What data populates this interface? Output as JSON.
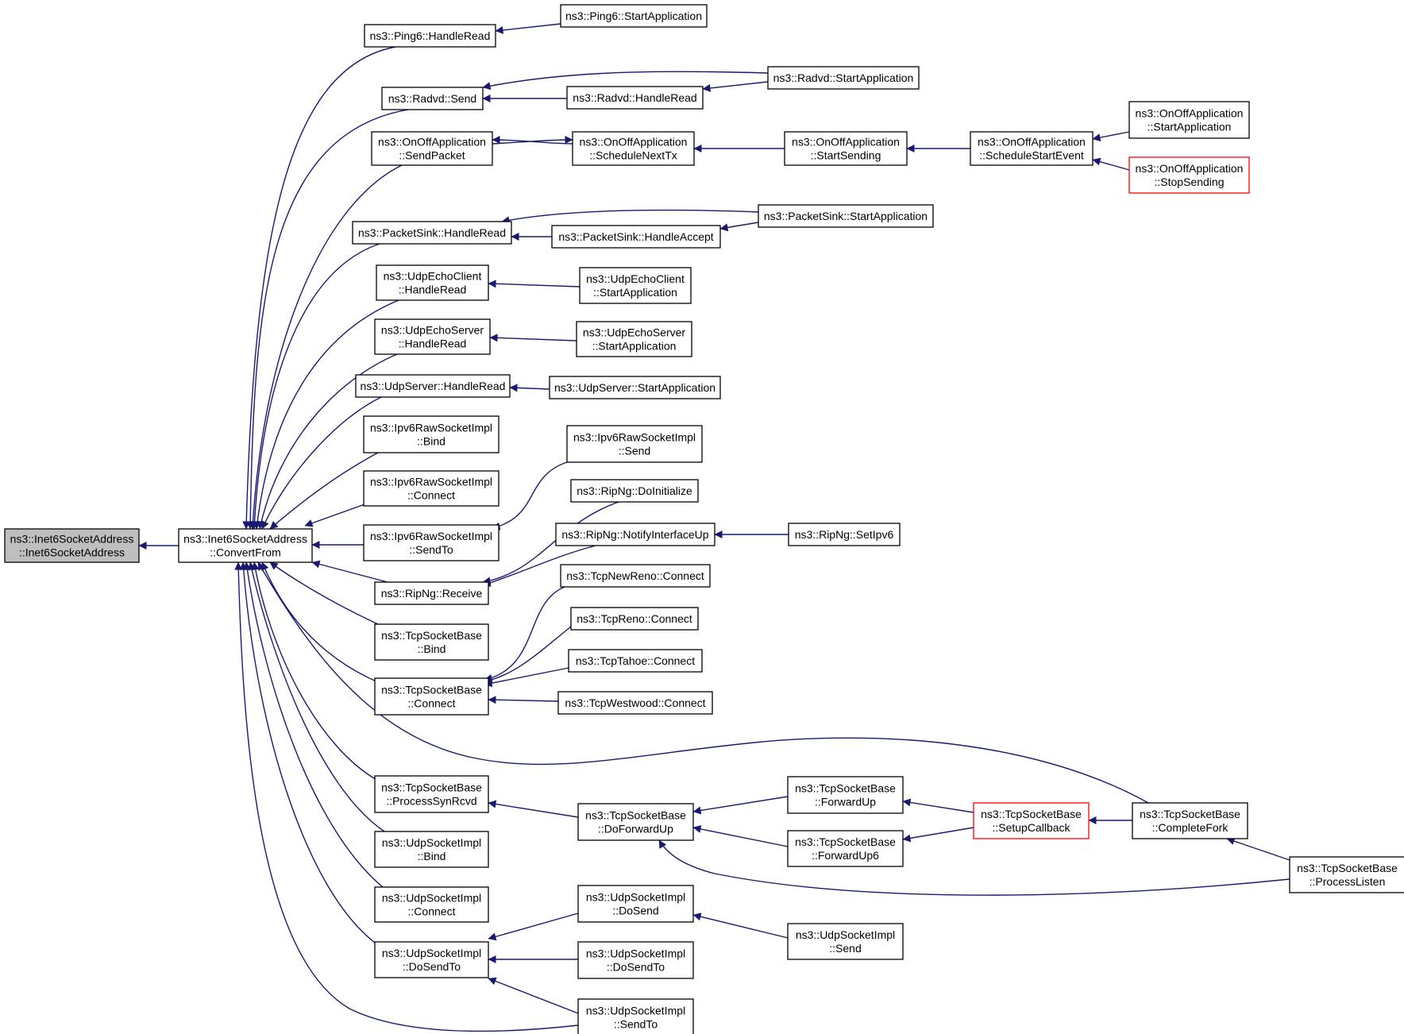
{
  "colors": {
    "edge": "#191970",
    "node_border": "#000000",
    "node_fill": "#ffffff",
    "focus_fill": "#bfbfbf",
    "truncated_border": "#ff0000"
  },
  "nodes": [
    {
      "id": "n0",
      "lines": [
        "ns3::Inet6SocketAddress",
        "::Inet6SocketAddress"
      ],
      "style": "focus"
    },
    {
      "id": "n1",
      "lines": [
        "ns3::Inet6SocketAddress",
        "::ConvertFrom"
      ],
      "style": "normal"
    },
    {
      "id": "n2",
      "lines": [
        "ns3::Ping6::HandleRead"
      ],
      "style": "normal"
    },
    {
      "id": "n3",
      "lines": [
        "ns3::Ping6::StartApplication"
      ],
      "style": "normal"
    },
    {
      "id": "n4",
      "lines": [
        "ns3::Radvd::Send"
      ],
      "style": "normal"
    },
    {
      "id": "n5",
      "lines": [
        "ns3::Radvd::StartApplication"
      ],
      "style": "normal"
    },
    {
      "id": "n6",
      "lines": [
        "ns3::Radvd::HandleRead"
      ],
      "style": "normal"
    },
    {
      "id": "n7",
      "lines": [
        "ns3::OnOffApplication",
        "::SendPacket"
      ],
      "style": "normal"
    },
    {
      "id": "n8",
      "lines": [
        "ns3::OnOffApplication",
        "::ScheduleNextTx"
      ],
      "style": "normal"
    },
    {
      "id": "n9",
      "lines": [
        "ns3::OnOffApplication",
        "::StartSending"
      ],
      "style": "normal"
    },
    {
      "id": "n10",
      "lines": [
        "ns3::OnOffApplication",
        "::ScheduleStartEvent"
      ],
      "style": "normal"
    },
    {
      "id": "n11",
      "lines": [
        "ns3::OnOffApplication",
        "::StartApplication"
      ],
      "style": "normal"
    },
    {
      "id": "n12",
      "lines": [
        "ns3::OnOffApplication",
        "::StopSending"
      ],
      "style": "truncated"
    },
    {
      "id": "n13",
      "lines": [
        "ns3::PacketSink::HandleRead"
      ],
      "style": "normal"
    },
    {
      "id": "n14",
      "lines": [
        "ns3::PacketSink::StartApplication"
      ],
      "style": "normal"
    },
    {
      "id": "n15",
      "lines": [
        "ns3::PacketSink::HandleAccept"
      ],
      "style": "normal"
    },
    {
      "id": "n16",
      "lines": [
        "ns3::UdpEchoClient",
        "::HandleRead"
      ],
      "style": "normal"
    },
    {
      "id": "n17",
      "lines": [
        "ns3::UdpEchoClient",
        "::StartApplication"
      ],
      "style": "normal"
    },
    {
      "id": "n18",
      "lines": [
        "ns3::UdpEchoServer",
        "::HandleRead"
      ],
      "style": "normal"
    },
    {
      "id": "n19",
      "lines": [
        "ns3::UdpEchoServer",
        "::StartApplication"
      ],
      "style": "normal"
    },
    {
      "id": "n20",
      "lines": [
        "ns3::UdpServer::HandleRead"
      ],
      "style": "normal"
    },
    {
      "id": "n21",
      "lines": [
        "ns3::UdpServer::StartApplication"
      ],
      "style": "normal"
    },
    {
      "id": "n22",
      "lines": [
        "ns3::Ipv6RawSocketImpl",
        "::Bind"
      ],
      "style": "normal"
    },
    {
      "id": "n23",
      "lines": [
        "ns3::Ipv6RawSocketImpl",
        "::Send"
      ],
      "style": "normal"
    },
    {
      "id": "n24",
      "lines": [
        "ns3::Ipv6RawSocketImpl",
        "::Connect"
      ],
      "style": "normal"
    },
    {
      "id": "n25",
      "lines": [
        "ns3::RipNg::DoInitialize"
      ],
      "style": "normal"
    },
    {
      "id": "n26",
      "lines": [
        "ns3::Ipv6RawSocketImpl",
        "::SendTo"
      ],
      "style": "normal"
    },
    {
      "id": "n27",
      "lines": [
        "ns3::RipNg::NotifyInterfaceUp"
      ],
      "style": "normal"
    },
    {
      "id": "n28",
      "lines": [
        "ns3::RipNg::SetIpv6"
      ],
      "style": "normal"
    },
    {
      "id": "n29",
      "lines": [
        "ns3::RipNg::Receive"
      ],
      "style": "normal"
    },
    {
      "id": "n30",
      "lines": [
        "ns3::TcpNewReno::Connect"
      ],
      "style": "normal"
    },
    {
      "id": "n31",
      "lines": [
        "ns3::TcpSocketBase",
        "::Bind"
      ],
      "style": "normal"
    },
    {
      "id": "n32",
      "lines": [
        "ns3::TcpReno::Connect"
      ],
      "style": "normal"
    },
    {
      "id": "n33",
      "lines": [
        "ns3::TcpTahoe::Connect"
      ],
      "style": "normal"
    },
    {
      "id": "n34",
      "lines": [
        "ns3::TcpSocketBase",
        "::Connect"
      ],
      "style": "normal"
    },
    {
      "id": "n35",
      "lines": [
        "ns3::TcpWestwood::Connect"
      ],
      "style": "normal"
    },
    {
      "id": "n36",
      "lines": [
        "ns3::TcpSocketBase",
        "::ForwardUp"
      ],
      "style": "normal"
    },
    {
      "id": "n37",
      "lines": [
        "ns3::TcpSocketBase",
        "::ProcessSynRcvd"
      ],
      "style": "normal"
    },
    {
      "id": "n38",
      "lines": [
        "ns3::TcpSocketBase",
        "::DoForwardUp"
      ],
      "style": "normal"
    },
    {
      "id": "n39",
      "lines": [
        "ns3::TcpSocketBase",
        "::SetupCallback"
      ],
      "style": "truncated"
    },
    {
      "id": "n40",
      "lines": [
        "ns3::TcpSocketBase",
        "::CompleteFork"
      ],
      "style": "normal"
    },
    {
      "id": "n41",
      "lines": [
        "ns3::UdpSocketImpl",
        "::Bind"
      ],
      "style": "normal"
    },
    {
      "id": "n42",
      "lines": [
        "ns3::TcpSocketBase",
        "::ForwardUp6"
      ],
      "style": "normal"
    },
    {
      "id": "n43",
      "lines": [
        "ns3::TcpSocketBase",
        "::ProcessListen"
      ],
      "style": "normal"
    },
    {
      "id": "n44",
      "lines": [
        "ns3::UdpSocketImpl",
        "::Connect"
      ],
      "style": "normal"
    },
    {
      "id": "n45",
      "lines": [
        "ns3::UdpSocketImpl",
        "::DoSend"
      ],
      "style": "normal"
    },
    {
      "id": "n46",
      "lines": [
        "ns3::UdpSocketImpl",
        "::Send"
      ],
      "style": "normal"
    },
    {
      "id": "n47",
      "lines": [
        "ns3::UdpSocketImpl",
        "::DoSendTo"
      ],
      "style": "normal"
    },
    {
      "id": "n48",
      "lines": [
        "ns3::UdpSocketImpl",
        "::DoSendTo"
      ],
      "style": "normal"
    },
    {
      "id": "n49",
      "lines": [
        "ns3::UdpSocketImpl",
        "::SendTo"
      ],
      "style": "normal"
    }
  ],
  "edges": [
    {
      "from": "n1",
      "to": "n0"
    },
    {
      "from": "n2",
      "to": "n1"
    },
    {
      "from": "n3",
      "to": "n2"
    },
    {
      "from": "n4",
      "to": "n1"
    },
    {
      "from": "n5",
      "to": "n4"
    },
    {
      "from": "n6",
      "to": "n4"
    },
    {
      "from": "n5",
      "to": "n6"
    },
    {
      "from": "n7",
      "to": "n1"
    },
    {
      "from": "n8",
      "to": "n7"
    },
    {
      "from": "n7",
      "to": "n8"
    },
    {
      "from": "n9",
      "to": "n8"
    },
    {
      "from": "n10",
      "to": "n9"
    },
    {
      "from": "n11",
      "to": "n10"
    },
    {
      "from": "n12",
      "to": "n10"
    },
    {
      "from": "n13",
      "to": "n1"
    },
    {
      "from": "n14",
      "to": "n13"
    },
    {
      "from": "n15",
      "to": "n13"
    },
    {
      "from": "n14",
      "to": "n15"
    },
    {
      "from": "n16",
      "to": "n1"
    },
    {
      "from": "n17",
      "to": "n16"
    },
    {
      "from": "n18",
      "to": "n1"
    },
    {
      "from": "n19",
      "to": "n18"
    },
    {
      "from": "n20",
      "to": "n1"
    },
    {
      "from": "n21",
      "to": "n20"
    },
    {
      "from": "n22",
      "to": "n1"
    },
    {
      "from": "n24",
      "to": "n1"
    },
    {
      "from": "n26",
      "to": "n1"
    },
    {
      "from": "n23",
      "to": "n26"
    },
    {
      "from": "n29",
      "to": "n1"
    },
    {
      "from": "n25",
      "to": "n29"
    },
    {
      "from": "n27",
      "to": "n29"
    },
    {
      "from": "n28",
      "to": "n27"
    },
    {
      "from": "n31",
      "to": "n1"
    },
    {
      "from": "n34",
      "to": "n1"
    },
    {
      "from": "n30",
      "to": "n34"
    },
    {
      "from": "n32",
      "to": "n34"
    },
    {
      "from": "n33",
      "to": "n34"
    },
    {
      "from": "n35",
      "to": "n34"
    },
    {
      "from": "n40",
      "to": "n1"
    },
    {
      "from": "n37",
      "to": "n1"
    },
    {
      "from": "n38",
      "to": "n37"
    },
    {
      "from": "n36",
      "to": "n38"
    },
    {
      "from": "n42",
      "to": "n38"
    },
    {
      "from": "n43",
      "to": "n38"
    },
    {
      "from": "n39",
      "to": "n36"
    },
    {
      "from": "n39",
      "to": "n42"
    },
    {
      "from": "n40",
      "to": "n39"
    },
    {
      "from": "n43",
      "to": "n40"
    },
    {
      "from": "n41",
      "to": "n1"
    },
    {
      "from": "n44",
      "to": "n1"
    },
    {
      "from": "n47",
      "to": "n1"
    },
    {
      "from": "n45",
      "to": "n47"
    },
    {
      "from": "n48",
      "to": "n47"
    },
    {
      "from": "n49",
      "to": "n47"
    },
    {
      "from": "n46",
      "to": "n45"
    },
    {
      "from": "n49",
      "to": "n1"
    }
  ]
}
